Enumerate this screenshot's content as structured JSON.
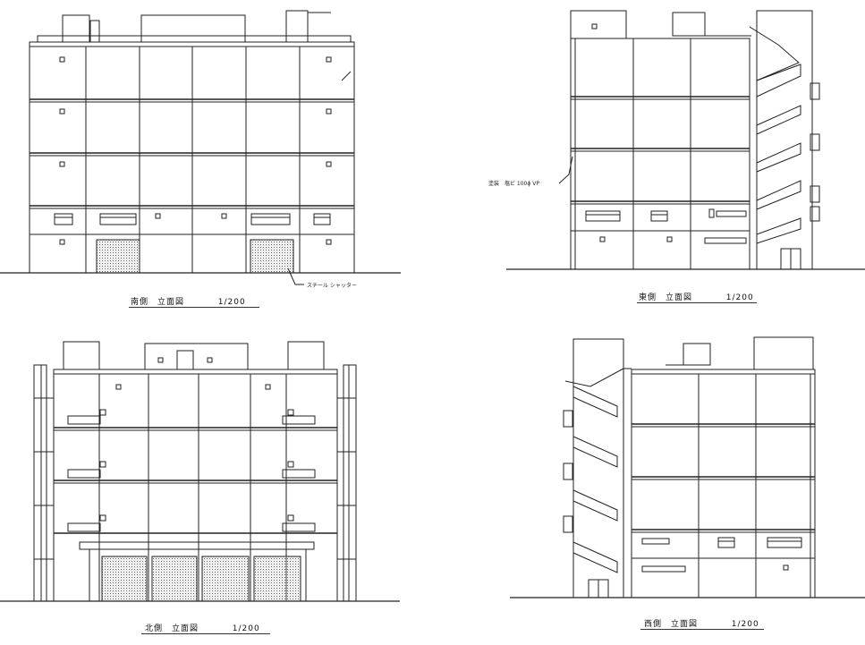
{
  "drawings": {
    "south": {
      "label": "南側　立面図",
      "scale": "1/200",
      "note_shutter": "スチール シャッター"
    },
    "east": {
      "label": "東側　立面図",
      "scale": "1/200",
      "note_finish": "塗装　塩ビ 100ϕ VP"
    },
    "north": {
      "label": "北側　立面図",
      "scale": "1/200"
    },
    "west": {
      "label": "西側　立面図",
      "scale": "1/200"
    }
  }
}
